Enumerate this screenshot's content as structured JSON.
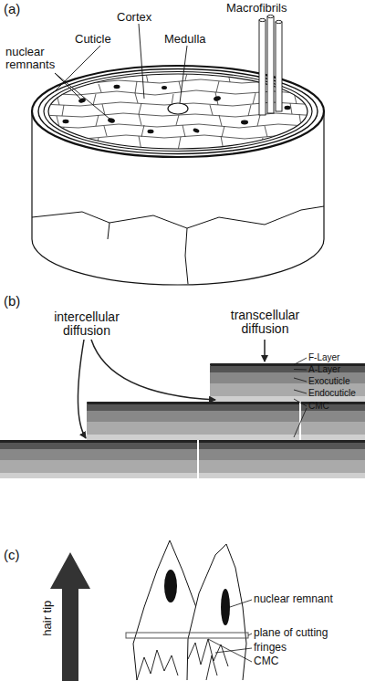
{
  "diagram": {
    "labels": [
      "(a)",
      "Macrofibrils",
      "Cortex",
      "Cuticle",
      "Medulla",
      "nuclear remnants",
      "(b)",
      "intercellular diffusion",
      "transcellular diffusion",
      "F-Layer",
      "A-Layer",
      "Exocuticle",
      "Endocuticle",
      "CMC",
      "(c)",
      "hair tip",
      "nuclear remnant",
      "plane of cutting",
      "fringes",
      "CMC"
    ]
  }
}
